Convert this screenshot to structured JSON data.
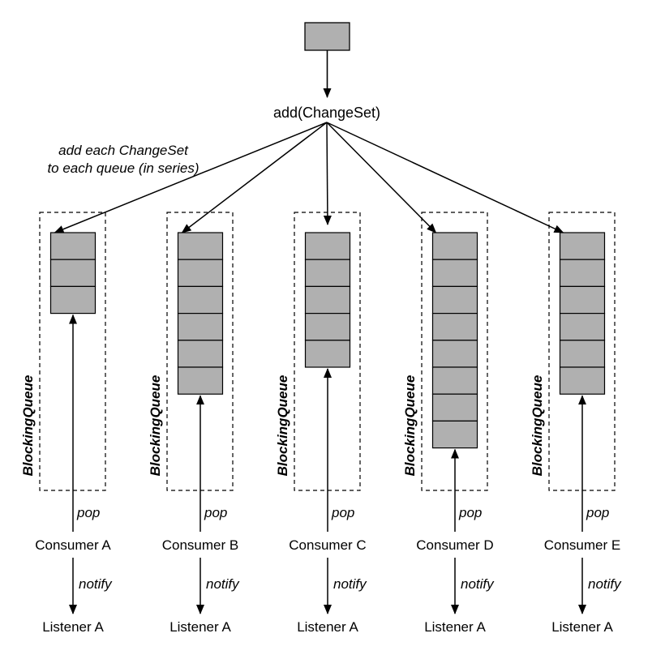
{
  "source_label": "add(ChangeSet)",
  "note_lines": [
    "add each ChangeSet",
    "to each queue (in series)"
  ],
  "colors": {
    "cell_fill": "#b0b0b0",
    "stroke": "#000000",
    "background": "#ffffff"
  },
  "queues": [
    {
      "queue_label": "BlockingQueue",
      "slots": 3,
      "pop_label": "pop",
      "consumer": "Consumer A",
      "notify_label": "notify",
      "listener": "Listener A"
    },
    {
      "queue_label": "BlockingQueue",
      "slots": 6,
      "pop_label": "pop",
      "consumer": "Consumer B",
      "notify_label": "notify",
      "listener": "Listener A"
    },
    {
      "queue_label": "BlockingQueue",
      "slots": 5,
      "pop_label": "pop",
      "consumer": "Consumer C",
      "notify_label": "notify",
      "listener": "Listener A"
    },
    {
      "queue_label": "BlockingQueue",
      "slots": 8,
      "pop_label": "pop",
      "consumer": "Consumer D",
      "notify_label": "notify",
      "listener": "Listener A"
    },
    {
      "queue_label": "BlockingQueue",
      "slots": 6,
      "pop_label": "pop",
      "consumer": "Consumer E",
      "notify_label": "notify",
      "listener": "Listener A"
    }
  ]
}
